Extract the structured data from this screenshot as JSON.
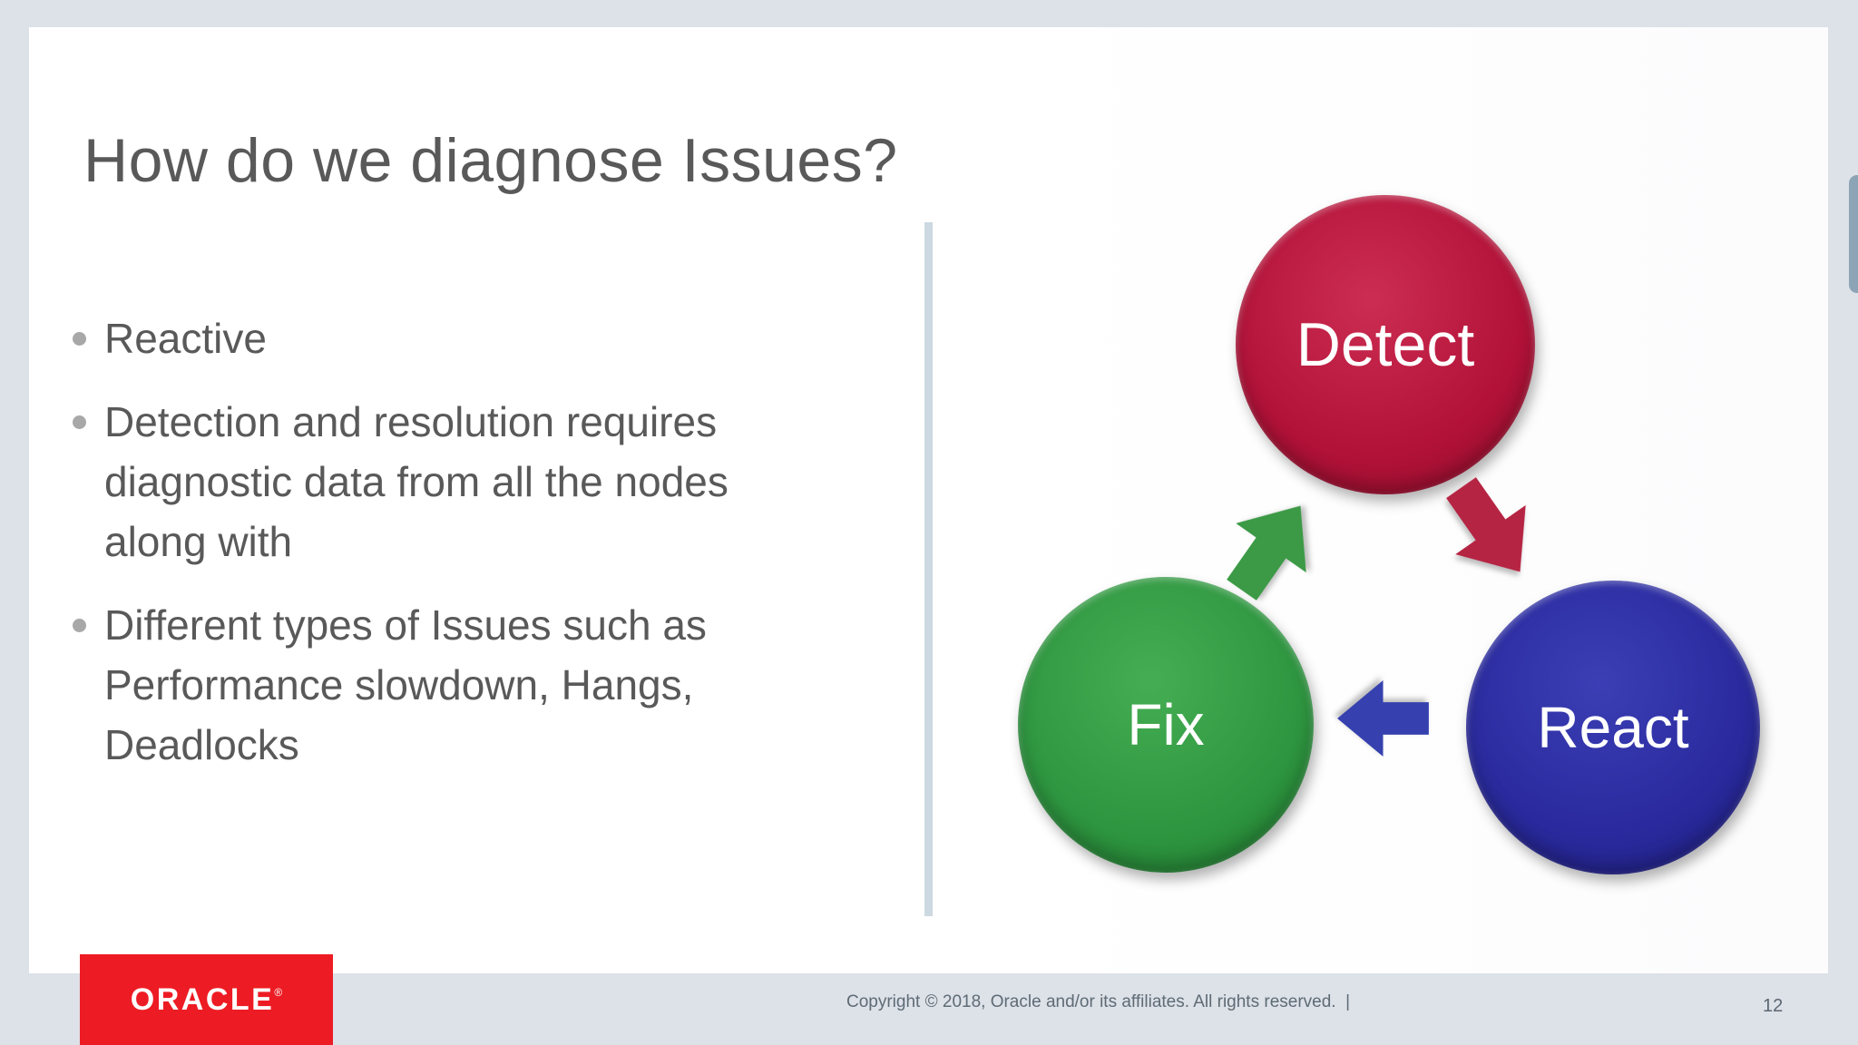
{
  "slide": {
    "title": "How do we diagnose Issues?",
    "bullets": [
      "Reactive",
      "Detection and resolution requires\ndiagnostic data from all the nodes\nalong with",
      "Different types of Issues such as\nPerformance slowdown, Hangs,\nDeadlocks"
    ],
    "diagram": {
      "type": "cycle",
      "nodes": [
        {
          "label": "Detect",
          "color": "#b31238"
        },
        {
          "label": "React",
          "color": "#2a2a9e"
        },
        {
          "label": "Fix",
          "color": "#2e9640"
        }
      ],
      "arrows": [
        {
          "name": "detect-to-react",
          "direction": "down-right",
          "color": "#b62443"
        },
        {
          "name": "react-to-fix",
          "direction": "left",
          "color": "#3641af"
        },
        {
          "name": "fix-to-detect",
          "direction": "up-right",
          "color": "#3c9a46"
        }
      ]
    }
  },
  "footer": {
    "logo_text": "ORACLE",
    "logo_registered": "®",
    "copyright": "Copyright © 2018, Oracle and/or its affiliates. All rights reserved.  |",
    "page_number": "12"
  },
  "colors": {
    "background": "#dde1e8",
    "slide_background": "#ffffff",
    "title_text": "#595959",
    "body_text": "#595959",
    "bullet_dot": "#a8a8a8",
    "divider": "#ccd9e1",
    "oracle_red": "#ed1c24",
    "footer_text": "#5e6b75",
    "scrollbar_thumb": "#8ca4b6"
  }
}
